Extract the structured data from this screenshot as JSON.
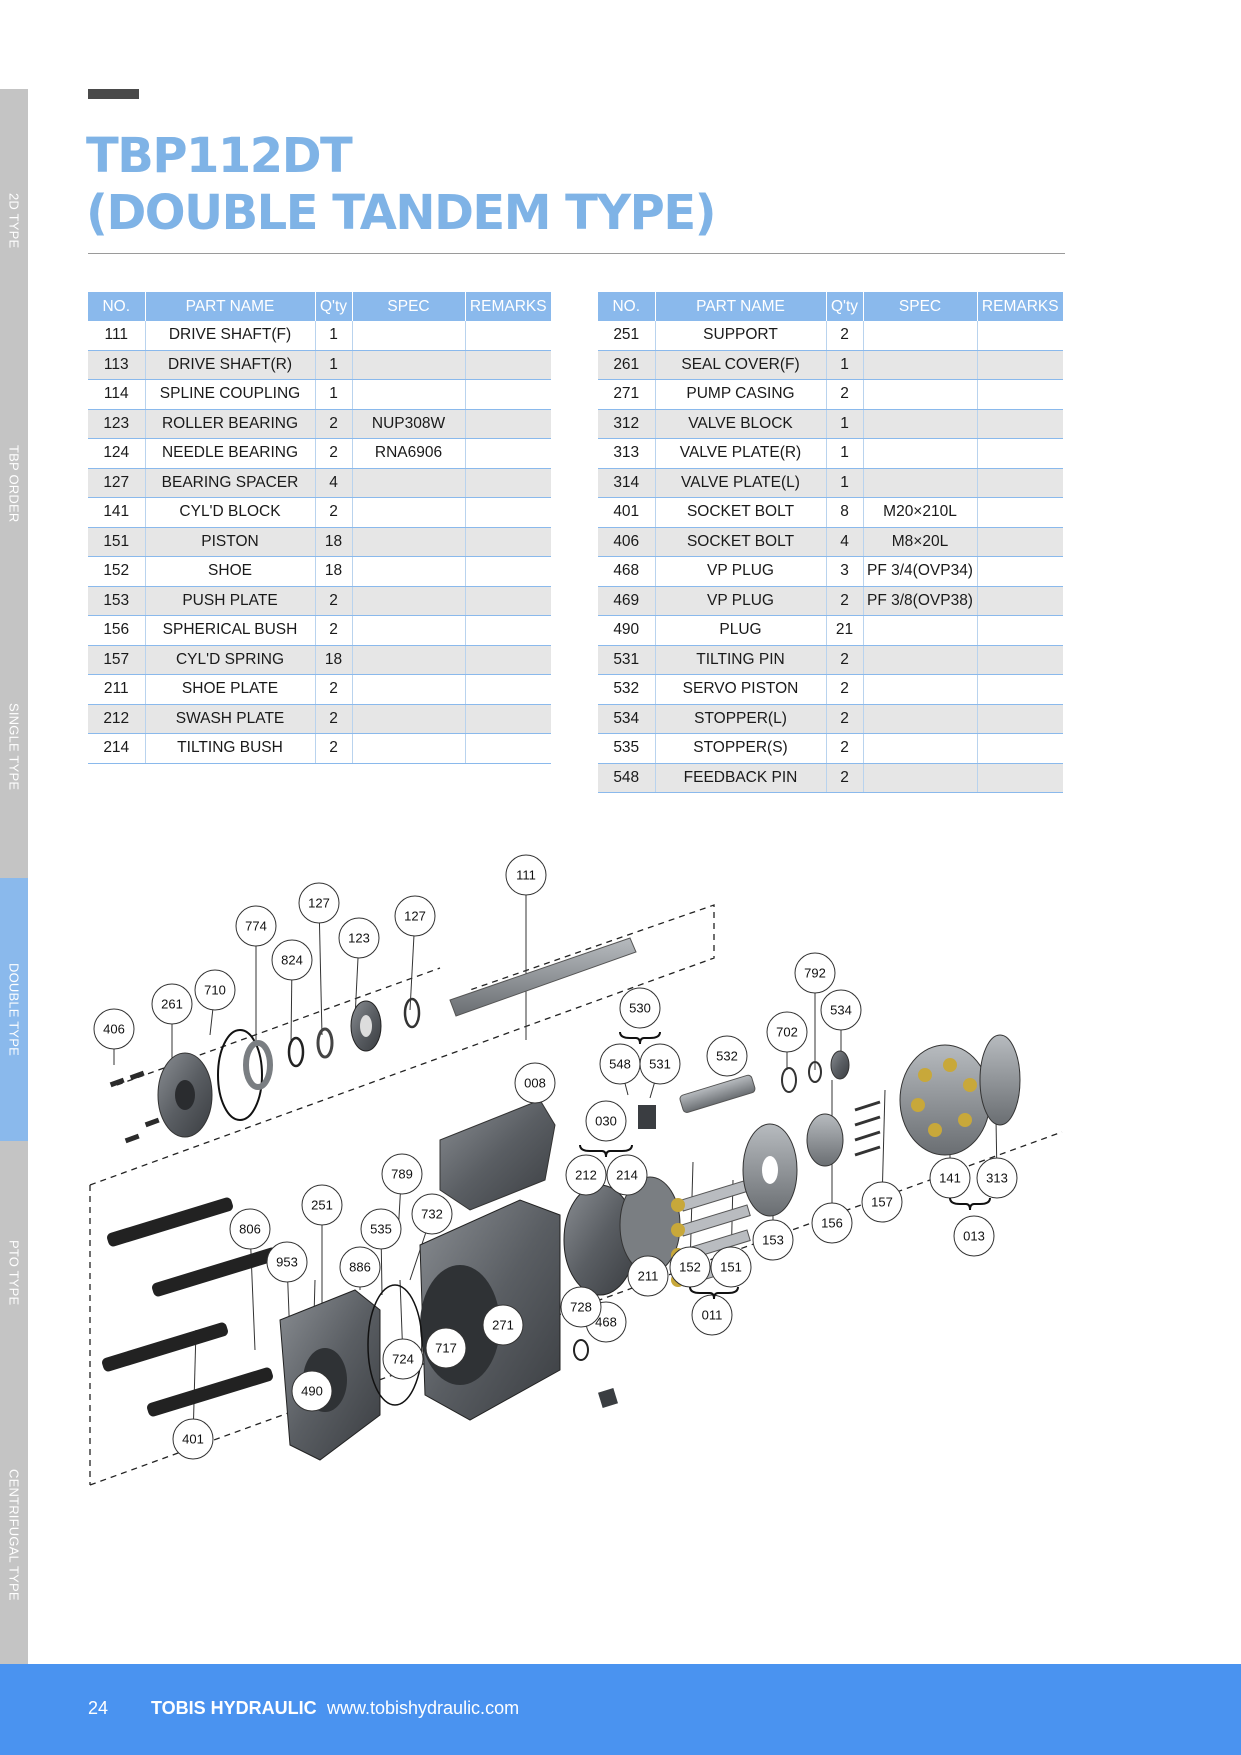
{
  "title": {
    "line1": "TBP112DT",
    "line2": "(DOUBLE TANDEM TYPE)"
  },
  "side_tabs": [
    {
      "label": "2D TYPE",
      "active": false
    },
    {
      "label": "TBP ORDER",
      "active": false
    },
    {
      "label": "SINGLE TYPE",
      "active": false
    },
    {
      "label": "DOUBLE TYPE",
      "active": true
    },
    {
      "label": "PTO TYPE",
      "active": false
    },
    {
      "label": "CENTRIFUGAL TYPE",
      "active": false
    }
  ],
  "table_headers": [
    "NO.",
    "PART NAME",
    "Q'ty",
    "SPEC",
    "REMARKS"
  ],
  "parts_left": [
    [
      "111",
      "DRIVE SHAFT(F)",
      "1",
      "",
      ""
    ],
    [
      "113",
      "DRIVE SHAFT(R)",
      "1",
      "",
      ""
    ],
    [
      "114",
      "SPLINE COUPLING",
      "1",
      "",
      ""
    ],
    [
      "123",
      "ROLLER BEARING",
      "2",
      "NUP308W",
      ""
    ],
    [
      "124",
      "NEEDLE BEARING",
      "2",
      "RNA6906",
      ""
    ],
    [
      "127",
      "BEARING SPACER",
      "4",
      "",
      ""
    ],
    [
      "141",
      "CYL'D BLOCK",
      "2",
      "",
      ""
    ],
    [
      "151",
      "PISTON",
      "18",
      "",
      ""
    ],
    [
      "152",
      "SHOE",
      "18",
      "",
      ""
    ],
    [
      "153",
      "PUSH PLATE",
      "2",
      "",
      ""
    ],
    [
      "156",
      "SPHERICAL BUSH",
      "2",
      "",
      ""
    ],
    [
      "157",
      "CYL'D SPRING",
      "18",
      "",
      ""
    ],
    [
      "211",
      "SHOE PLATE",
      "2",
      "",
      ""
    ],
    [
      "212",
      "SWASH PLATE",
      "2",
      "",
      ""
    ],
    [
      "214",
      "TILTING BUSH",
      "2",
      "",
      ""
    ]
  ],
  "parts_right": [
    [
      "251",
      "SUPPORT",
      "2",
      "",
      ""
    ],
    [
      "261",
      "SEAL COVER(F)",
      "1",
      "",
      ""
    ],
    [
      "271",
      "PUMP CASING",
      "2",
      "",
      ""
    ],
    [
      "312",
      "VALVE BLOCK",
      "1",
      "",
      ""
    ],
    [
      "313",
      "VALVE PLATE(R)",
      "1",
      "",
      ""
    ],
    [
      "314",
      "VALVE PLATE(L)",
      "1",
      "",
      ""
    ],
    [
      "401",
      "SOCKET BOLT",
      "8",
      "M20×210L",
      ""
    ],
    [
      "406",
      "SOCKET BOLT",
      "4",
      "M8×20L",
      ""
    ],
    [
      "468",
      "VP PLUG",
      "3",
      "PF 3/4(OVP34)",
      ""
    ],
    [
      "469",
      "VP PLUG",
      "2",
      "PF 3/8(OVP38)",
      ""
    ],
    [
      "490",
      "PLUG",
      "21",
      "",
      ""
    ],
    [
      "531",
      "TILTING PIN",
      "2",
      "",
      ""
    ],
    [
      "532",
      "SERVO PISTON",
      "2",
      "",
      ""
    ],
    [
      "534",
      "STOPPER(L)",
      "2",
      "",
      ""
    ],
    [
      "535",
      "STOPPER(S)",
      "2",
      "",
      ""
    ],
    [
      "548",
      "FEEDBACK PIN",
      "2",
      "",
      ""
    ]
  ],
  "diagram_callouts": [
    "111",
    "127",
    "774",
    "123",
    "127",
    "824",
    "710",
    "261",
    "406",
    "792",
    "534",
    "530",
    "702",
    "532",
    "548",
    "531",
    "008",
    "030",
    "212",
    "214",
    "789",
    "251",
    "806",
    "535",
    "732",
    "953",
    "886",
    "141",
    "313",
    "013",
    "157",
    "156",
    "153",
    "152",
    "151",
    "011",
    "211",
    "468",
    "728",
    "271",
    "717",
    "724",
    "490",
    "401"
  ],
  "colors": {
    "accent": "#8ab9ec",
    "title": "#7fb3e6",
    "footer": "#4a93f0",
    "tab": "#c4c4c4"
  },
  "footer": {
    "page": "24",
    "brand": "TOBIS HYDRAULIC",
    "url": "www.tobishydraulic.com"
  }
}
